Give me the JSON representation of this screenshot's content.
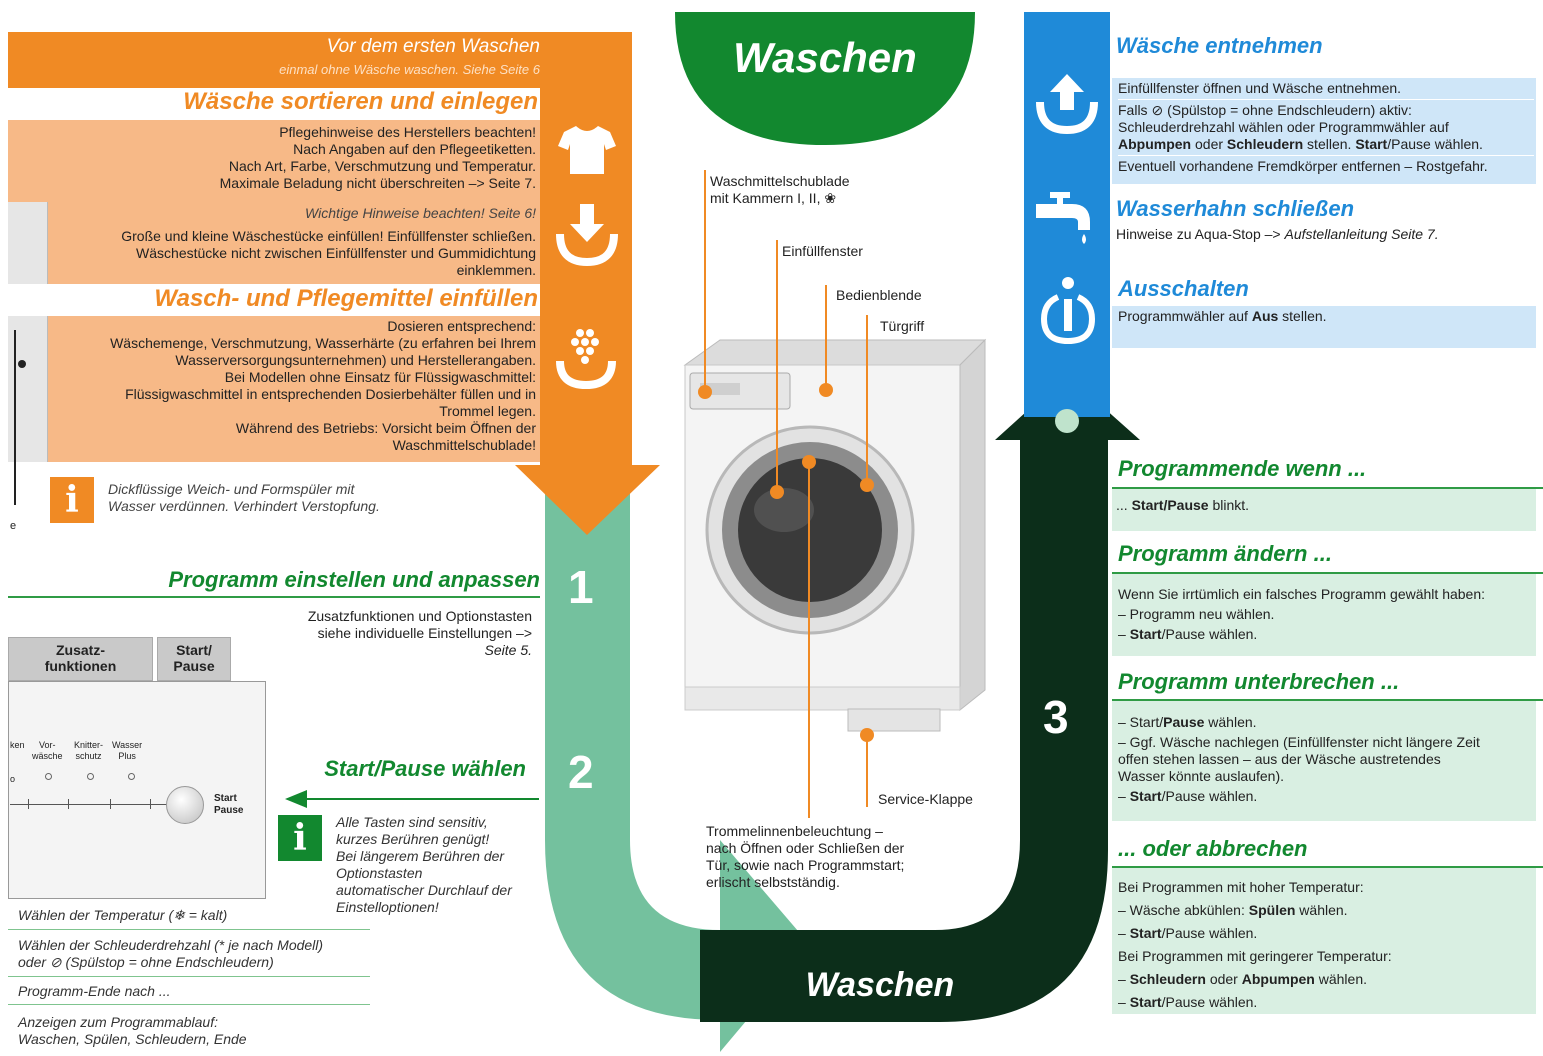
{
  "header": {
    "top_title": "Waschen",
    "bottom_title": "Waschen",
    "step_1": "1",
    "step_2": "2",
    "step_3": "3"
  },
  "orange": {
    "first_wash_title": "Vor dem ersten Waschen",
    "first_wash_sub": "einmal ohne Wäsche waschen. Siehe Seite 6",
    "sort_title": "Wäsche sortieren und einlegen",
    "sort_lines": [
      "Pflegehinweise des Herstellers beachten!",
      "Nach Angaben auf den Pflegeetiketten.",
      "Nach Art, Farbe, Verschmutzung und Temperatur.",
      "Maximale Beladung nicht überschreiten –> Seite 7."
    ],
    "hint_line": "Wichtige Hinweise beachten! Seite 6!",
    "load_lines": [
      "Große und kleine Wäschestücke einfüllen! Einfüllfenster schließen.",
      "Wäschestücke nicht zwischen Einfüllfenster und Gummidichtung",
      "einklemmen."
    ],
    "detergent_title": "Wasch- und Pflegemittel einfüllen",
    "detergent_lines": [
      "Dosieren entsprechend:",
      "Wäschemenge, Verschmutzung, Wasserhärte (zu erfahren bei Ihrem",
      "Wasserversorgungsunternehmen) und Herstellerangaben.",
      "Bei Modellen ohne Einsatz für Flüssigwaschmittel:",
      "Flüssigwaschmittel in entsprechenden Dosierbehälter füllen und in",
      "Trommel legen.",
      "Während des Betriebs: Vorsicht beim Öffnen der",
      "Waschmittelschublade!"
    ],
    "info_lines": [
      "Dickflüssige Weich- und Formspüler mit",
      "Wasser verdünnen. Verhindert Verstopfung."
    ]
  },
  "program": {
    "title": "Programm einstellen und anpassen",
    "extra_lines": [
      "Zusatzfunktionen und Optionstasten",
      "siehe individuelle Einstellungen –>",
      "Seite 5."
    ],
    "panel_label_extra": "Zusatz-\nfunktionen",
    "panel_label_start": "Start/\nPause",
    "panel_small": [
      "ken",
      "Vor-\nwäsche",
      "Knitter-\nschutz",
      "Wasser\nPlus"
    ],
    "panel_start": "Start\nPause",
    "panel_edge_left": "e",
    "panel_edge_small": "o",
    "startpause_title": "Start/Pause wählen",
    "touch_lines": [
      "Alle Tasten sind sensitiv,",
      "kurzes Berühren genügt!",
      "Bei längerem Berühren der",
      "Optionstasten",
      "automatischer Durchlauf der",
      "Einstelloptionen!"
    ],
    "temp_line": "Wählen der Temperatur (❄ = kalt)",
    "spin_lines": [
      "Wählen der Schleuderdrehzahl (* je nach Modell)",
      "oder ⊘ (Spülstop = ohne Endschleudern)"
    ],
    "end_line": "Programm-Ende nach ...",
    "display_lines": [
      "Anzeigen zum Programmablauf:",
      "Waschen, Spülen, Schleudern, Ende"
    ]
  },
  "machine": {
    "drawer_label": "Waschmittelschublade\nmit Kammern I, II, ❀",
    "window_label": "Einfüllfenster",
    "panel_label": "Bedienblende",
    "handle_label": "Türgriff",
    "service_label": "Service-Klappe",
    "drum_light_lines": [
      "Trommelinnenbeleuchtung –",
      "nach Öffnen oder Schließen der",
      "Tür, sowie nach Programmstart;",
      "erlischt selbstständig."
    ]
  },
  "blue": {
    "remove_title": "Wäsche entnehmen",
    "remove_line1": "Einfüllfenster öffnen und Wäsche entnehmen.",
    "remove_line2a": "Falls ⊘ (Spülstop = ohne Endschleudern) aktiv:",
    "remove_line2b": "Schleuderdrehzahl wählen oder Programmwähler auf",
    "remove_bold1": "Abpumpen",
    "remove_mid1": " oder ",
    "remove_bold2": "Schleudern",
    "remove_mid2": " stellen. ",
    "remove_bold3": "Start",
    "remove_end": "/Pause wählen.",
    "remove_line3": "Eventuell vorhandene Fremdkörper entfernen – Rostgefahr.",
    "tap_title": "Wasserhahn schließen",
    "tap_line_a": "Hinweise zu Aqua-Stop –> ",
    "tap_line_b": "Aufstellanleitung Seite 7.",
    "off_title": "Ausschalten",
    "off_line_a": "Programmwähler auf ",
    "off_line_b": "Aus",
    "off_line_c": " stellen."
  },
  "green": {
    "end_title": "Programmende wenn ...",
    "end_line_a": "... ",
    "end_line_b": "Start/Pause",
    "end_line_c": " blinkt.",
    "change_title": "Programm ändern ...",
    "change_intro": "Wenn Sie irrtümlich ein falsches Programm gewählt haben:",
    "change_item1": "– Programm neu wählen.",
    "change_item2a": "– ",
    "change_item2b": "Start",
    "change_item2c": "/Pause wählen.",
    "pause_title": "Programm unterbrechen ...",
    "pause_item1a": "– Start/",
    "pause_item1b": "Pause",
    "pause_item1c": " wählen.",
    "pause_item2": "– Ggf. Wäsche nachlegen (Einfüllfenster nicht längere Zeit\n   offen stehen lassen – aus der Wäsche austretendes\n   Wasser könnte auslaufen).",
    "pause_item3a": "– ",
    "pause_item3b": "Start",
    "pause_item3c": "/Pause wählen.",
    "abort_title": "... oder abbrechen",
    "abort_intro1": "Bei Programmen mit hoher Temperatur:",
    "abort_item1a": "– Wäsche abkühlen: ",
    "abort_item1b": "Spülen",
    "abort_item1c": " wählen.",
    "abort_item2a": "– ",
    "abort_item2b": "Start",
    "abort_item2c": "/Pause wählen.",
    "abort_intro2": "Bei Programmen mit geringerer Temperatur:",
    "abort_item3a": "– ",
    "abort_item3b": "Schleudern",
    "abort_item3c": " oder ",
    "abort_item3d": "Abpumpen",
    "abort_item3e": " wählen.",
    "abort_item4a": "– ",
    "abort_item4b": "Start",
    "abort_item4c": "/Pause wählen."
  },
  "icons": [
    "tshirt-icon",
    "load-icon",
    "detergent-icon",
    "info-icon",
    "unload-icon",
    "tap-icon",
    "power-info-icon"
  ],
  "colors": {
    "orange": "#f08a24",
    "light_orange": "#f7b987",
    "mint": "#74c19e",
    "dark_green": "#0c2e1a",
    "green": "#12882f",
    "blue": "#1f8ad8",
    "light_blue": "#cfe6f8",
    "light_green": "#d9efe2"
  }
}
